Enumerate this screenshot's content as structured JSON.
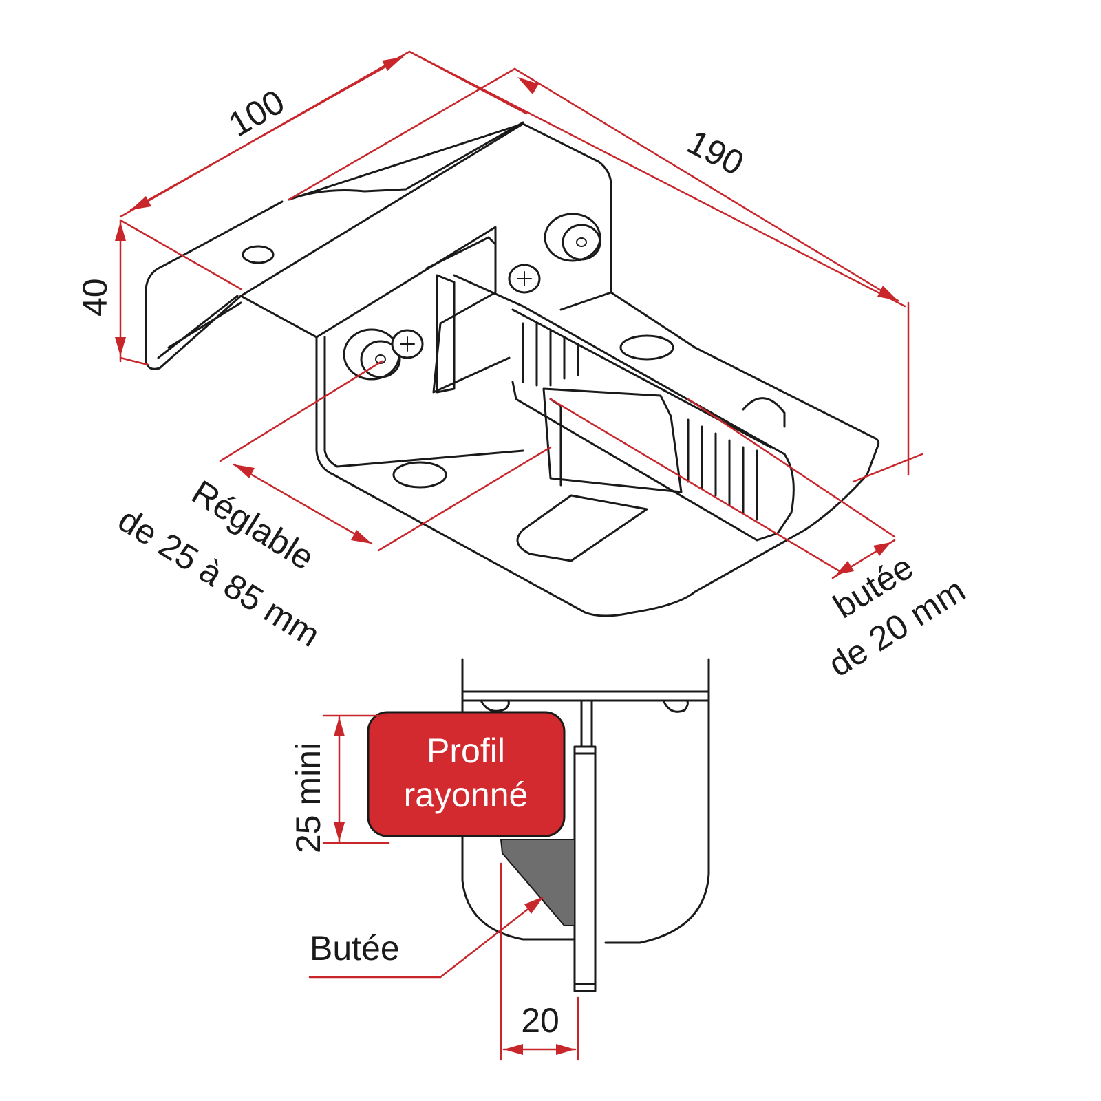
{
  "dimensions": {
    "width_label": "100",
    "length_label": "190",
    "height_label": "40",
    "adjust_line1": "Réglable",
    "adjust_line2": "de 25 à 85 mm",
    "stop_line1": "butée",
    "stop_line2": "de 20 mm"
  },
  "detail": {
    "profile_line1": "Profil",
    "profile_line2": "rayonné",
    "min_label": "25 mini",
    "stop_label": "Butée",
    "stop_width_label": "20"
  },
  "colors": {
    "dimension": "#c8262b",
    "profile_fill": "#d22a2e",
    "stop_fill": "#6e6e6e",
    "outline": "#1a1a1a"
  }
}
